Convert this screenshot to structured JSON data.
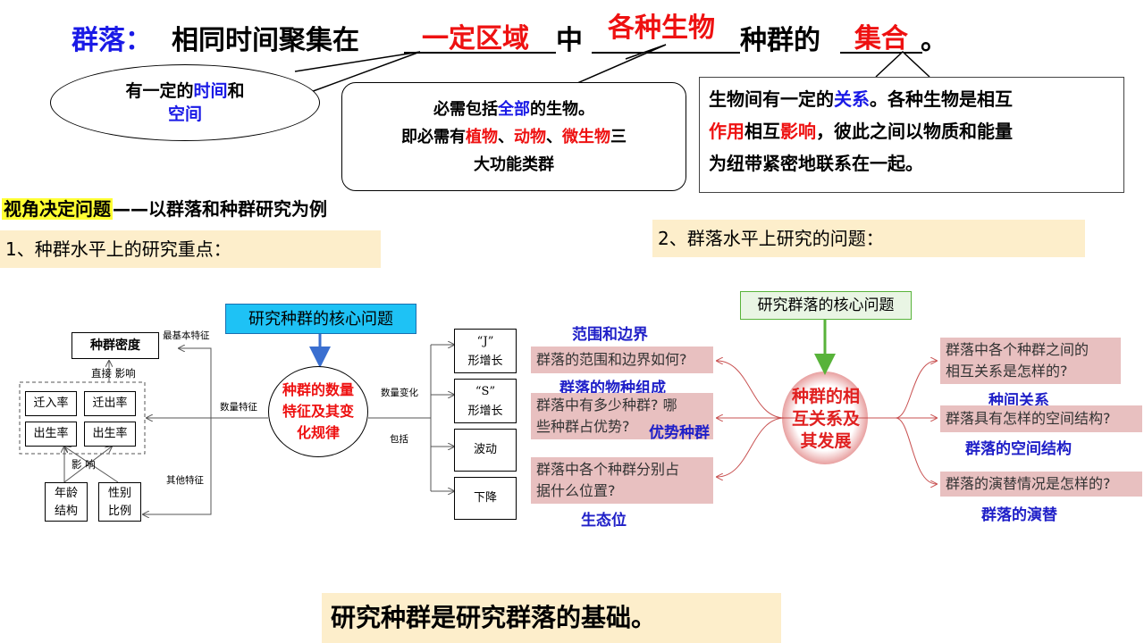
{
  "title": {
    "term": "群落：",
    "part1": "相同时间聚集在",
    "fill1": "一定区域",
    "part2": "中",
    "fill2": "各种生物",
    "part3": "种群的",
    "fill3": "集合",
    "end": "。"
  },
  "bubble_time_space": {
    "a": "有一定的",
    "time": "时间",
    "and": "和",
    "space": "空间"
  },
  "bubble_all": {
    "line1_a": "必需包括",
    "line1_b": "全部",
    "line1_c": "的生物。",
    "line2_a": "即必需有",
    "plant": "植物",
    "sep1": "、",
    "animal": "动物",
    "sep2": "、",
    "micro": "微生物",
    "line2_b": "三",
    "line3": "大功能类群"
  },
  "bubble_relation": {
    "a": "生物间有一定的",
    "relation": "关系",
    "b": "。各种生物是相互",
    "effect": "作用",
    "c": "相互",
    "influence": "影响",
    "d": "，彼此之间以物质和能量",
    "e": "为纽带紧密地联系在一起。"
  },
  "perspective": {
    "label": "视角决定问题",
    "rest": "——以群落和种群研究为例"
  },
  "section1": "1、种群水平上的研究重点：",
  "section2": "2、群落水平上研究的问题：",
  "population_diagram": {
    "core_question": "研究种群的核心问题",
    "density": "种群密度",
    "most_basic": "最基本特征",
    "direct_effect": "直接 影响",
    "immigration": "迁入率",
    "emigration": "迁出率",
    "birth": "出生率",
    "death": "出生率",
    "influence": "影  响",
    "age": "年龄\n结构",
    "sex": "性别\n比例",
    "quantity_feature": "数量特征",
    "other_feature": "其他特征",
    "circle": "种群的数量\n特征及其变\n化规律",
    "quantity_change": "数量变化",
    "include": "包括",
    "j_growth": "“J”\n形增长",
    "s_growth": "“S”\n形增长",
    "fluctuation": "波动",
    "decline": "下降"
  },
  "community_diagram": {
    "core_question": "研究群落的核心问题",
    "center": "种群的相\n互关系及\n其发展",
    "range_label": "范围和边界",
    "range_q": "群落的范围和边界如何?",
    "species_label": "群落的物种组成",
    "species_q": "群落中有多少种群? 哪\n些种群占优势?",
    "dominant_label": "优势种群",
    "niche_q": "群落中各个种群分别占\n据什么位置?",
    "niche_label": "生态位",
    "relation_q": "群落中各个种群之间的\n相互关系是怎样的?",
    "relation_label": "种间关系",
    "structure_q": "群落具有怎样的空间结构?",
    "structure_label": "群落的空间结构",
    "succession_q": "群落的演替情况是怎样的?",
    "succession_label": "群落的演替"
  },
  "conclusion": "研究种群是研究群落的基础。",
  "colors": {
    "blue": "#1a1ae6",
    "red": "#ee1111",
    "highlight": "#ffff33",
    "beige": "#fdeecb",
    "core_blue": "#1ec2f5",
    "pink": "#e8c0c0",
    "green": "#58b33a"
  }
}
